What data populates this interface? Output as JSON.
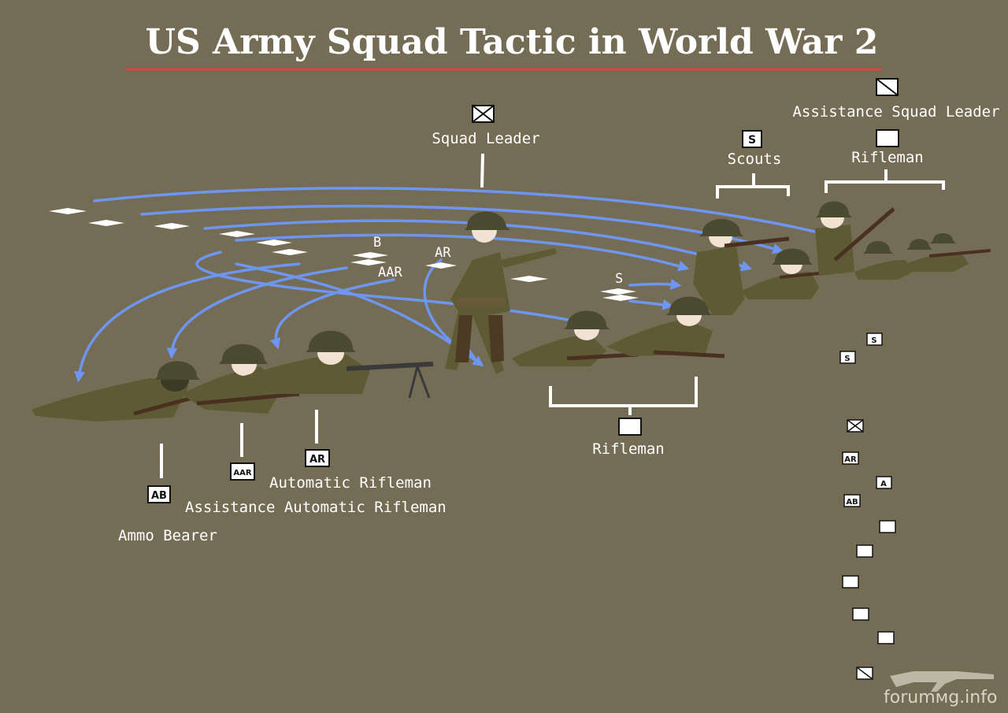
{
  "title": "US Army Squad Tactic in World War 2",
  "colors": {
    "background": "#756c56",
    "underline": "#d8483e",
    "arrows": "#6e96f0",
    "label": "#ffffff",
    "soldier_uniform": "#5e5a33",
    "helmet": "#4a4a30"
  },
  "labels": {
    "squad_leader": "Squad Leader",
    "assistant_squad_leader": "Assistance Squad Leader",
    "scouts": "Scouts",
    "rifleman_top": "Rifleman",
    "rifleman_bottom": "Rifleman",
    "automatic_rifleman": "Automatic Rifleman",
    "assistant_automatic_rifleman": "Assistance Automatic Rifleman",
    "ammo_bearer": "Ammo Bearer"
  },
  "badges": {
    "ab": "AB",
    "aar": "AAR",
    "ar": "AR",
    "s": "S",
    "a": "A"
  },
  "field_markers": {
    "b": "B",
    "aar": "AAR",
    "ar": "AR",
    "s": "S"
  },
  "watermark": "forumмg.info"
}
